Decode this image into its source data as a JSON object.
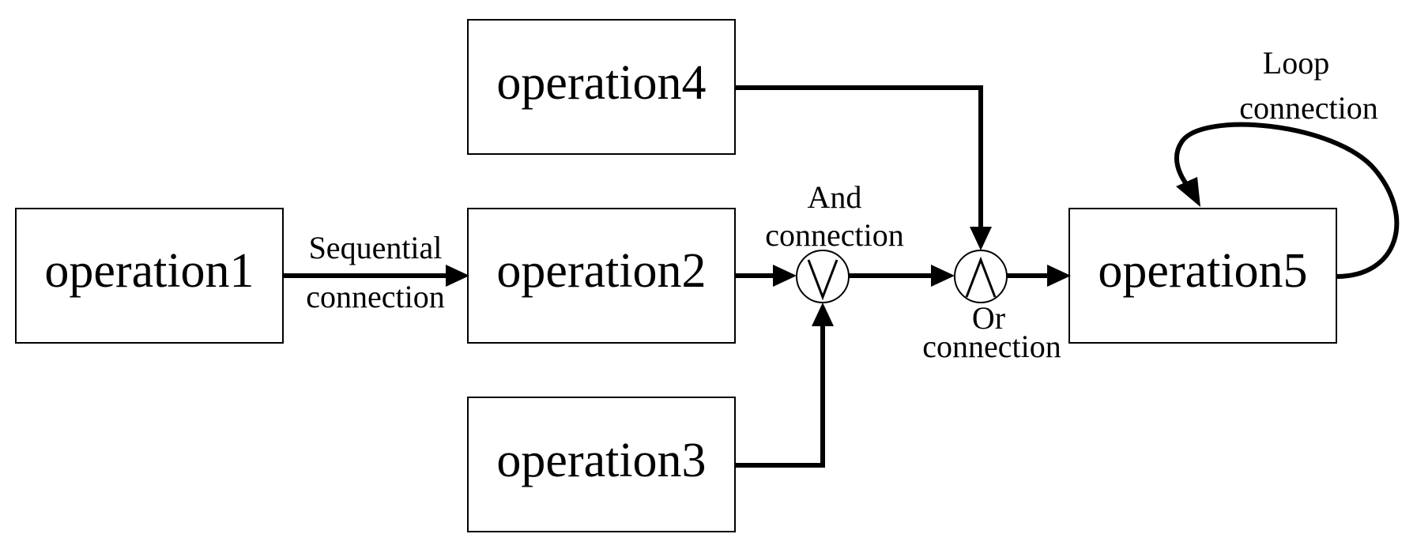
{
  "diagram": {
    "operations": {
      "op1": "operation1",
      "op2": "operation2",
      "op3": "operation3",
      "op4": "operation4",
      "op5": "operation5"
    },
    "labels": {
      "sequential_line1": "Sequential",
      "sequential_line2": "connection",
      "and_line1": "And",
      "and_line2": "connection",
      "or_line1": "Or",
      "or_line2": "connection",
      "loop_line1": "Loop",
      "loop_line2": "connection"
    },
    "gates": {
      "and_gate_symbol": "∨",
      "or_gate_symbol": "∧"
    }
  }
}
